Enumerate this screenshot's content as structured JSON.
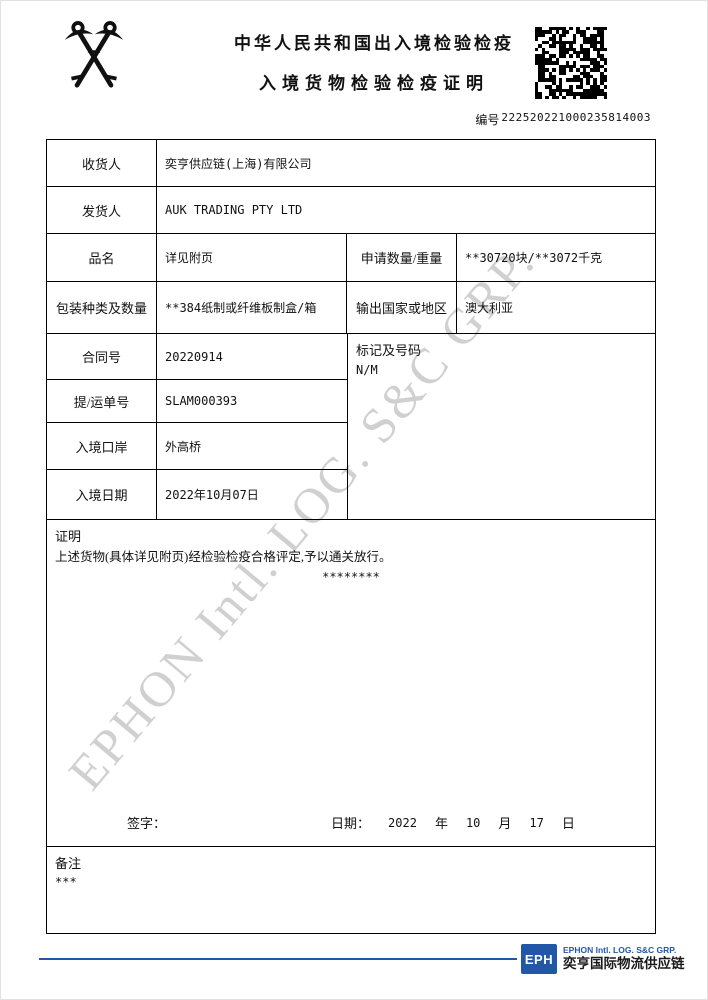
{
  "header": {
    "title1": "中华人民共和国出入境检验检疫",
    "title2": "入境货物检验检疫证明",
    "number_label": "编号",
    "number_value": "222520221000235814003"
  },
  "table": {
    "consignee_label": "收货人",
    "consignee_value": "奕亨供应链(上海)有限公司",
    "shipper_label": "发货人",
    "shipper_value": "AUK TRADING PTY LTD",
    "product_label": "品名",
    "product_value": "详见附页",
    "qty_label": "申请数量/重量",
    "qty_value": "**30720块/**3072千克",
    "packing_label": "包装种类及数量",
    "packing_value": "**384纸制或纤维板制盒/箱",
    "origin_label": "输出国家或地区",
    "origin_value": "澳大利亚",
    "contract_label": "合同号",
    "contract_value": "20220914",
    "marks_label": "标记及号码",
    "marks_value": "N/M",
    "bl_label": "提/运单号",
    "bl_value": "SLAM000393",
    "port_label": "入境口岸",
    "port_value": "外高桥",
    "entry_date_label": "入境日期",
    "entry_date_value": "2022年10月07日"
  },
  "certificate": {
    "label": "证明",
    "statement": "上述货物(具体详见附页)经检验检疫合格评定,予以通关放行。",
    "stars": "********",
    "sign_label": "签字：",
    "date_label": "日期：",
    "year": "2022",
    "year_unit": "年",
    "month": "10",
    "month_unit": "月",
    "day": "17",
    "day_unit": "日"
  },
  "remarks": {
    "label": "备注",
    "value": "***"
  },
  "footer": {
    "logo_abbr": "EPH",
    "company_en": "EPHON Intl. LOG. S&C GRP.",
    "company_cn": "奕亨国际物流供应链",
    "accent_color": "#2257a8"
  },
  "watermark": "EPHON Intl. LOG. S&C GRP."
}
